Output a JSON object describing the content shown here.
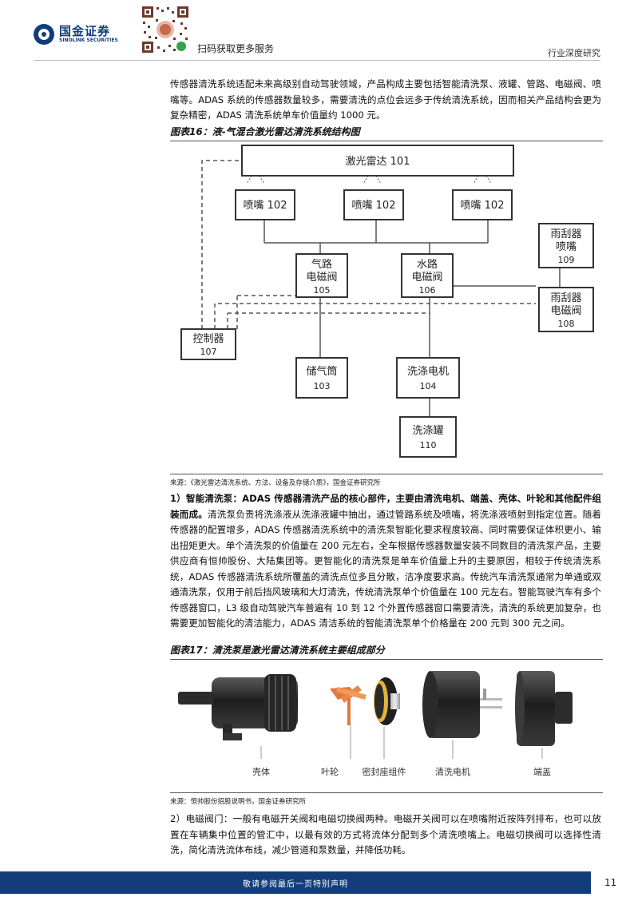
{
  "header": {
    "logo_cn": "国金证券",
    "logo_en": "SINOLINK SECURITIES",
    "scan_text": "扫码获取更多服务",
    "report_type": "行业深度研究"
  },
  "intro_paragraph": "传感器清洗系统适配未来高级别自动驾驶领域，产品构成主要包括智能清洗泵、液罐、管路、电磁阀、喷嘴等。ADAS 系统的传感器数量较多，需要清洗的点位会远多于传统清洗系统，因而相关产品结构会更为复杂精密，ADAS 清洗系统单车价值量约 1000 元。",
  "figure16": {
    "title": "图表16：液-气混合激光雷达清洗系统结构图",
    "boxes": {
      "lidar": "激光雷达 101",
      "nozzle": "喷嘴 102",
      "air_valve_l1": "气路",
      "air_valve_l2": "电磁阀",
      "air_valve_l3": "105",
      "water_valve_l1": "水路",
      "water_valve_l2": "电磁阀",
      "water_valve_l3": "106",
      "wiper_nozzle_l1": "雨刮器",
      "wiper_nozzle_l2": "喷嘴",
      "wiper_nozzle_l3": "109",
      "wiper_valve_l1": "雨刮器",
      "wiper_valve_l2": "电磁阀",
      "wiper_valve_l3": "108",
      "controller_l1": "控制器",
      "controller_l2": "107",
      "air_tank_l1": "储气筒",
      "air_tank_l2": "103",
      "motor_l1": "洗涤电机",
      "motor_l2": "104",
      "tank_l1": "洗涤罐",
      "tank_l2": "110"
    },
    "source": "来源：《激光雷达清洗系统、方法、设备及存储介质》，国金证券研究所"
  },
  "pump_paragraph": {
    "bold_lead": "1）智能清洗泵：ADAS 传感器清洗产品的核心部件，主要由清洗电机、端盖、壳体、叶轮和其他配件组装而成。",
    "body": "清洗泵负责将洗涤液从洗涤液罐中抽出，通过管路系统及喷嘴，将洗涤液喷射到指定位置。随着传感器的配置增多，ADAS 传感器清洗系统中的清洗泵智能化要求程度较高、同时需要保证体积更小、输出扭矩更大。单个清洗泵的价值量在 200 元左右，全车根据传感器数量安装不同数目的清洗泵产品，主要供应商有恒帅股份、大陆集团等。更智能化的清洗泵是单车价值量上升的主要原因，相较于传统清洗系统，ADAS 传感器清洗系统所覆盖的清洗点位多且分散，洁净度要求高。传统汽车清洗泵通常为单通或双通清洗泵，仅用于前后挡风玻璃和大灯清洗，传统清洗泵单个价值量在 100 元左右。智能驾驶汽车有多个传感器窗口，L3 级自动驾驶汽车普遍有 10 到 12 个外置传感器窗口需要清洗，清洗的系统更加复杂，也需要更加智能化的清洁能力，ADAS 清洁系统的智能清洗泵单个价格量在 200 元到 300 元之间。"
  },
  "figure17": {
    "title": "图表17：清洗泵是激光雷达清洗系统主要组成部分",
    "labels": {
      "housing": "壳体",
      "impeller": "叶轮",
      "seal": "密封座组件",
      "motor": "清洗电机",
      "cap": "端盖"
    },
    "source": "来源：恒帅股份招股说明书，国金证券研究所"
  },
  "valve_paragraph": "2）电磁阀门：一般有电磁开关阀和电磁切换阀两种。电磁开关阀可以在喷嘴附近按阵列排布，也可以放置在车辆集中位置的管汇中，以最有效的方式将流体分配到多个清洗喷嘴上。电磁切换阀可以选择性清洗，简化清洗流体布线，减少管道和泵数量，并降低功耗。",
  "footer": {
    "note": "敬请参阅最后一页特别声明",
    "page": "11"
  },
  "colors": {
    "brand": "#123c7a",
    "box_border": "#333333",
    "line": "#555555"
  }
}
